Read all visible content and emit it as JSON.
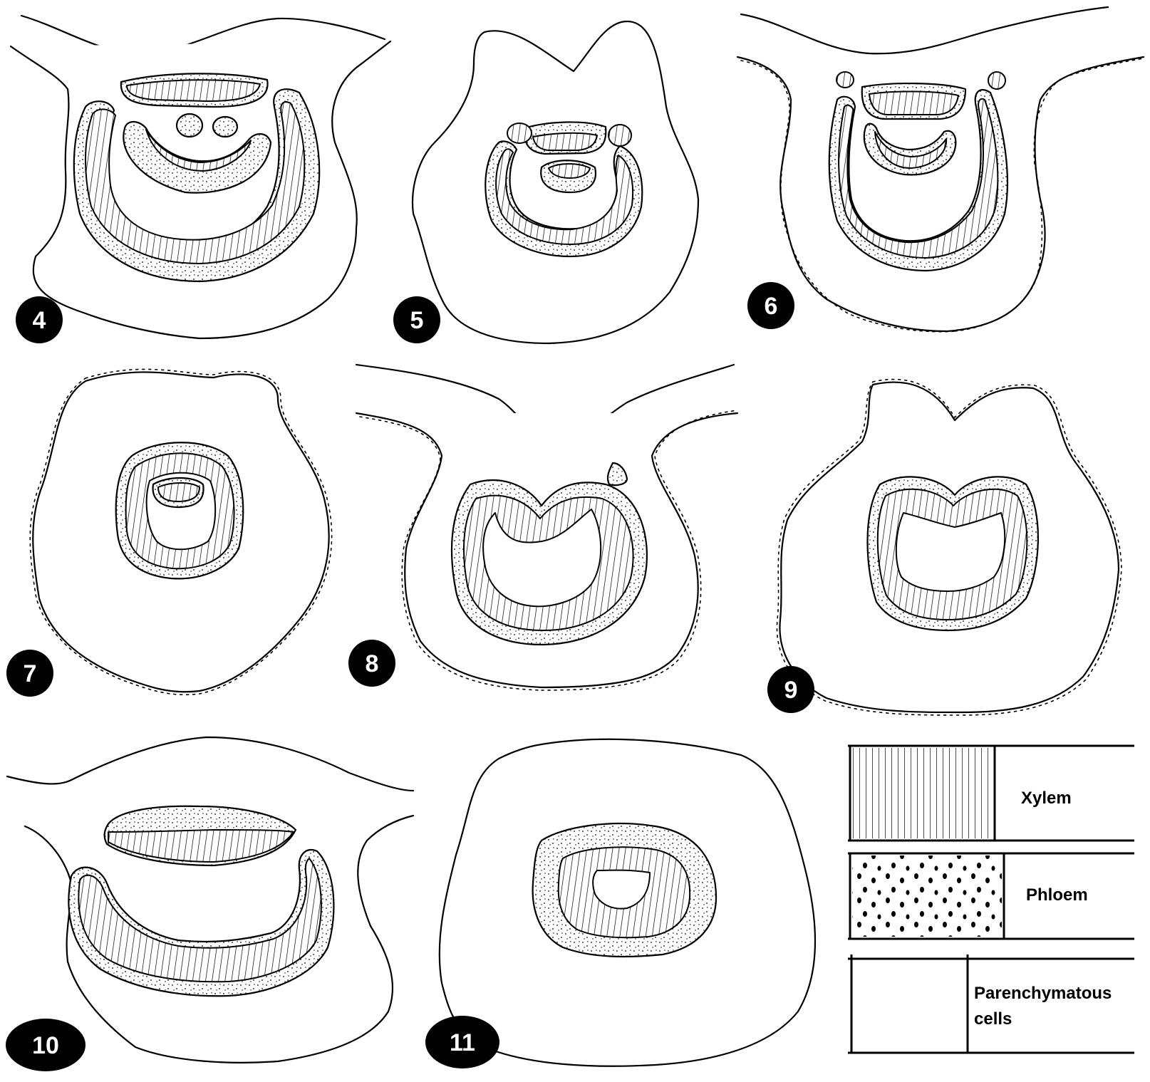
{
  "panels": [
    {
      "label": "4"
    },
    {
      "label": "5"
    },
    {
      "label": "6"
    },
    {
      "label": "7"
    },
    {
      "label": "8"
    },
    {
      "label": "9"
    },
    {
      "label": "10"
    },
    {
      "label": "11"
    }
  ],
  "legend": {
    "xylem": "Xylem",
    "phloem": "Phloem",
    "parenchyma_line1": "Parenchymatous",
    "parenchyma_line2": "cells"
  },
  "colors": {
    "ink": "#000000",
    "paper": "#ffffff"
  }
}
